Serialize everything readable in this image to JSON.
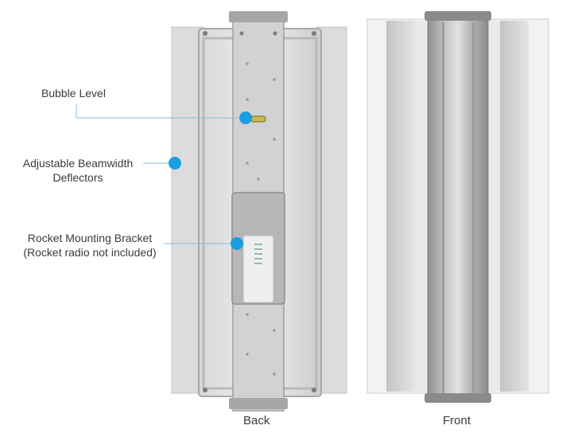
{
  "callouts": {
    "bubble_level": "Bubble Level",
    "deflectors_line1": "Adjustable Beamwidth",
    "deflectors_line2": "Deflectors",
    "bracket_line1": "Rocket Mounting Bracket",
    "bracket_line2": "(Rocket radio not included)"
  },
  "captions": {
    "back": "Back",
    "front": "Front"
  },
  "colors": {
    "callout_dot": "#1a9ee0",
    "callout_line": "#7dbfe0",
    "panel": "#cfcfcf",
    "panel_dark": "#9a9a9a",
    "text": "#3b3b3b"
  }
}
